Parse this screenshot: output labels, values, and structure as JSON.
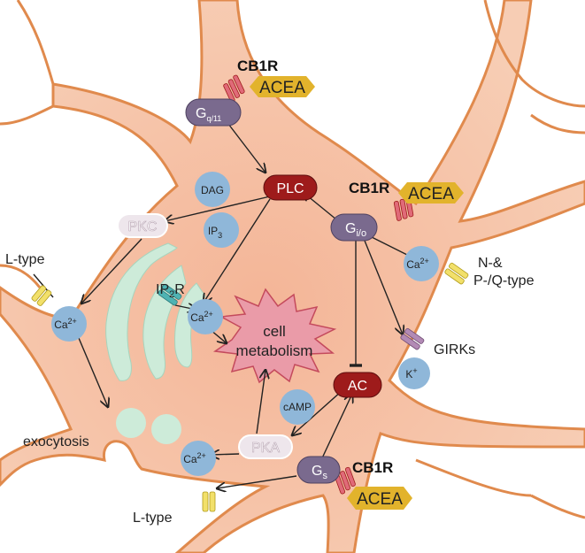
{
  "receptors": {
    "top": {
      "receptor": "CB1R",
      "agonist": "ACEA",
      "protein": "G",
      "protein_sub": "q/11"
    },
    "right": {
      "receptor": "CB1R",
      "agonist": "ACEA",
      "protein": "G",
      "protein_sub": "i/o"
    },
    "bottom": {
      "receptor": "CB1R",
      "agonist": "ACEA",
      "protein": "G",
      "protein_sub": "s"
    }
  },
  "enzymes": {
    "plc": "PLC",
    "ac": "AC",
    "pkc": "PKC",
    "pka": "PKA"
  },
  "messengers": {
    "dag": "DAG",
    "ip3": "IP",
    "ip3_sub": "3",
    "camp": "cAMP"
  },
  "channels": {
    "ltype_left": "L-type",
    "ltype_bottom": "L-type",
    "np_q_line1": "N-&",
    "np_q_line2": "P-/Q-type",
    "girks": "GIRKs",
    "ip2r": "IP",
    "ip2r_sub": "2",
    "ip2r_suffix": "R"
  },
  "ions": {
    "ca": "Ca",
    "ca_charge": "2+",
    "k": "K",
    "k_charge": "+"
  },
  "center": {
    "line1": "cell",
    "line2": "metabolism"
  },
  "labels": {
    "exocytosis": "exocytosis"
  },
  "colors": {
    "cell_fill": "#f6c9ae",
    "cell_stroke": "#e08a4d",
    "pill_purple": "#7a6a8e",
    "pill_red": "#9e1b1b",
    "ion_blue": "#8fb7d9",
    "acea_yellow": "#e2b32c",
    "star_fill": "#ea9ba8",
    "er_fill": "#cdebd9",
    "receptor_red": "#e06a78"
  }
}
